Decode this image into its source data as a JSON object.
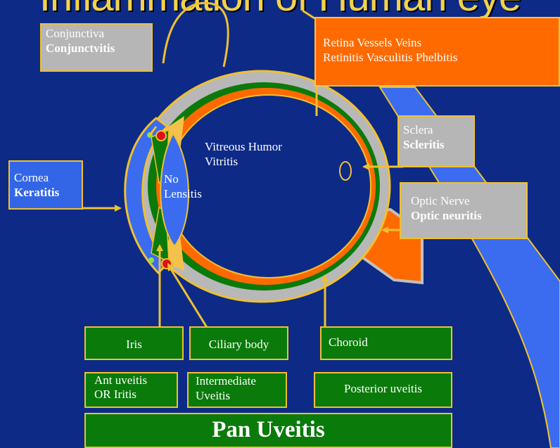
{
  "title": "Inflammation of Human eye",
  "labels": {
    "conjunctiva": {
      "name": "Conjunctiva",
      "disease": "Conjunctvitis"
    },
    "retina": {
      "name": "Retina Vessels Veins",
      "disease": "Retinitis Vasculitis Phelbitis"
    },
    "sclera": {
      "name": "Sclera",
      "disease": "Scleritis"
    },
    "cornea": {
      "name": "Cornea",
      "disease": "Keratitis"
    },
    "optic_nerve": {
      "name": "Optic Nerve",
      "disease": "Optic neuritis"
    },
    "vitreous": {
      "name": "Vitreous Humor",
      "disease": "Vitritis"
    },
    "lens": {
      "name": "No",
      "disease": "Lensitis"
    }
  },
  "uveitis": {
    "iris": "Iris",
    "ciliary": "Ciliary body",
    "choroid": "Choroid",
    "anterior": {
      "line1": "Ant uveitis",
      "line2": "OR Iritis"
    },
    "intermediate": {
      "line1": "Intermediate",
      "line2": "Uveitis"
    },
    "posterior": "Posterior uveitis",
    "pan": "Pan Uveitis"
  },
  "colors": {
    "background": "#0d2a86",
    "title": "#f2d24a",
    "green_box": "#0a7a0a",
    "gray_box": "#b6b6b6",
    "orange_box": "#ff6a00",
    "cornea_box": "#3366e6"
  }
}
